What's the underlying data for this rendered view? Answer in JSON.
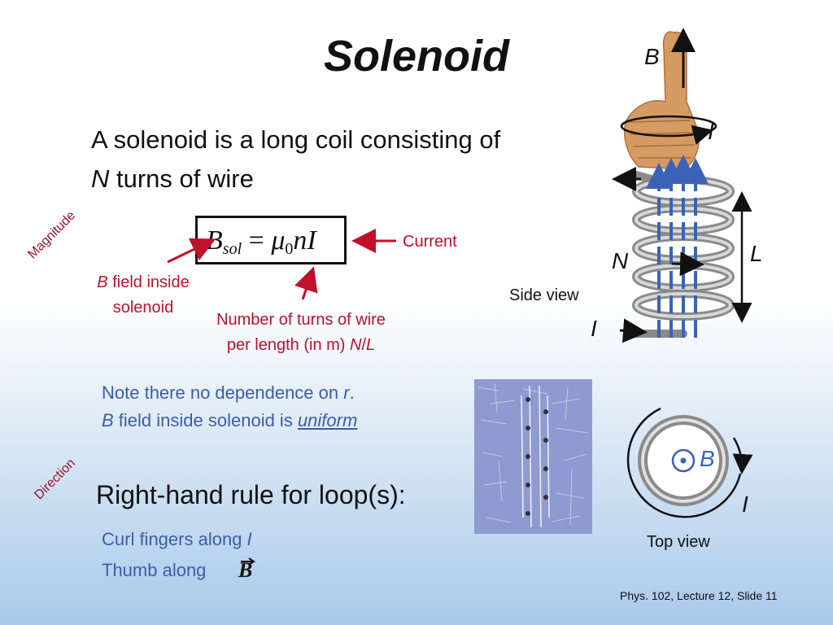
{
  "title": "Solenoid",
  "intro": {
    "line1": "A solenoid is a long coil consisting of",
    "line2_var": "N",
    "line2_rest": " turns of wire"
  },
  "side_labels": {
    "magnitude": "Magnitude",
    "direction": "Direction"
  },
  "formula": {
    "B": "B",
    "sub": "sol",
    "rest_eq": " = ",
    "mu": "μ",
    "zero": "0",
    "nI": "nI"
  },
  "annotations": {
    "current": "Current",
    "bfield_var": "B",
    "bfield_line1_rest": " field inside",
    "bfield_line2": "solenoid",
    "turns_line1": "Number of turns of wire",
    "turns_line2_a": "per length (in m) ",
    "turns_line2_N": "N",
    "turns_line2_slash": "/",
    "turns_line2_L": "L"
  },
  "note": {
    "line1_a": "Note there no dependence on ",
    "line1_r": "r",
    "line1_end": ".",
    "line2_B": "B",
    "line2_mid": " field inside solenoid is ",
    "line2_uniform": "uniform"
  },
  "rhr": {
    "heading": "Right-hand rule for loop(s):",
    "curl_a": "Curl fingers along ",
    "curl_I": "I",
    "thumb": "Thumb along",
    "bvec": "B"
  },
  "diagram": {
    "B_top": "B",
    "I_top": "I",
    "N": "N",
    "L": "L",
    "I_side": "I",
    "side_view": "Side view",
    "B_top_view": "B",
    "I_top_view": "I",
    "top_view": "Top view"
  },
  "footer": "Phys. 102, Lecture 12, Slide 11",
  "colors": {
    "annotation_red": "#c0102a",
    "note_blue": "#3c5da8",
    "field_line_blue": "#3a63b8"
  }
}
